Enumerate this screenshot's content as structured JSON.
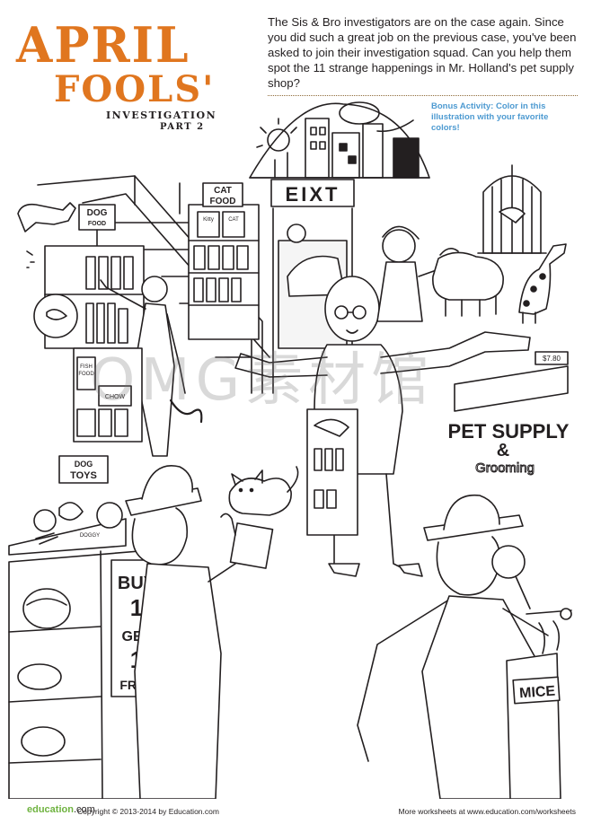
{
  "title": {
    "line1": "APRIL",
    "line2": "FOOLS'",
    "sub1": "INVESTIGATION",
    "sub2": "PART 2"
  },
  "intro": "The Sis & Bro investigators are on the case again. Since you did such a great job on the previous case, you've been asked to join their investigation squad. Can you help them spot the 11 strange happenings in Mr. Holland's pet supply shop?",
  "bonus": "Bonus Activity: Color in this illustration with your favorite colors!",
  "scene": {
    "exit_sign": "EIXT",
    "cat_food_1": "CAT",
    "cat_food_2": "FOOD",
    "kitty_label": "Kitty",
    "cat_label": "CAT",
    "dog_food_1": "DOG",
    "dog_food_2": "FOOD",
    "fish_food_1": "FISH",
    "fish_food_2": "FOOD",
    "chow_label": "CHOW",
    "dog_toys_1": "DOG",
    "dog_toys_2": "TOYS",
    "doggy_label": "DOGGY",
    "price_tag": "$7.80",
    "pet_supply": "PET SUPPLY",
    "amp": "&",
    "grooming": "Grooming",
    "buy": "BUY",
    "one_a": "1",
    "get": "GET",
    "one_b": "1",
    "free": "FREE",
    "mice": "MICE"
  },
  "watermark": "OMG素材馆",
  "footer": {
    "logo": "education",
    "logo_dot": ".com",
    "copyright": "Copyright © 2013-2014  by Education.com",
    "right": "More worksheets at www.education.com/worksheets"
  },
  "colors": {
    "title_orange": "#e0761f",
    "bonus_blue": "#4d9ad1",
    "ink": "#231f20",
    "logo_green": "#6fb340"
  }
}
